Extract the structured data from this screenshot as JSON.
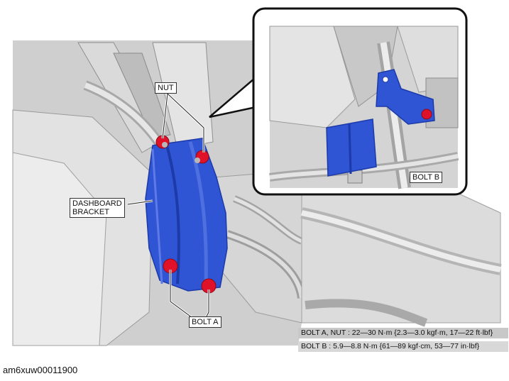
{
  "labels": {
    "nut": "NUT",
    "dashboard_bracket_line1": "DASHBOARD",
    "dashboard_bracket_line2": "BRACKET",
    "bolt_a": "BOLT A",
    "bolt_b": "BOLT B"
  },
  "torque_specs": [
    "BOLT A, NUT : 22—30 N·m {2.3—3.0 kgf·m, 17—22 ft·lbf}",
    "BOLT B : 5.9—8.8 N·m {61—89 kgf·cm, 53—77 in·lbf}"
  ],
  "image_id": "am6xuw00011900",
  "colors": {
    "bracket": "#2f55d4",
    "bracket_dark": "#1c3aa8",
    "fastener": "#e0122a",
    "background_gray": "#c9c9c9"
  }
}
